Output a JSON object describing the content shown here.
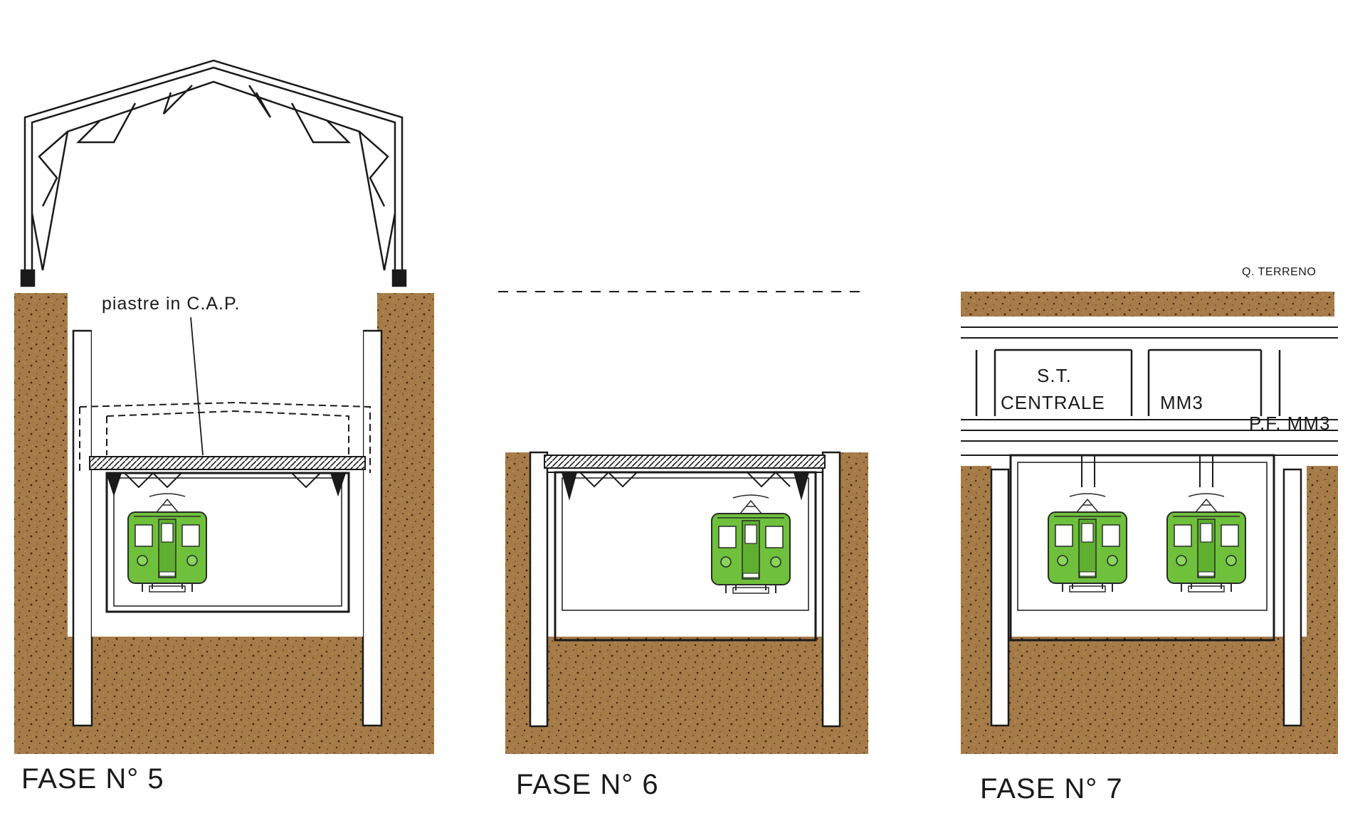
{
  "colors": {
    "soil": "#a57b48",
    "soil_dark": "#5a3a18",
    "train": "#6fc13c",
    "train_dark": "#3d7d1e",
    "line": "#1a1a1a"
  },
  "phases": [
    {
      "label": "FASE N° 5",
      "annotation": "piastre in C.A.P."
    },
    {
      "label": "FASE N° 6"
    },
    {
      "label": "FASE N° 7",
      "ground_label": "Q. TERRENO",
      "station_label_1": "S.T.",
      "station_label_2": "CENTRALE",
      "line_label": "MM3",
      "level_label": "P.F. MM3"
    }
  ],
  "icons": [
    "train-icon",
    "roof-truss-icon"
  ]
}
